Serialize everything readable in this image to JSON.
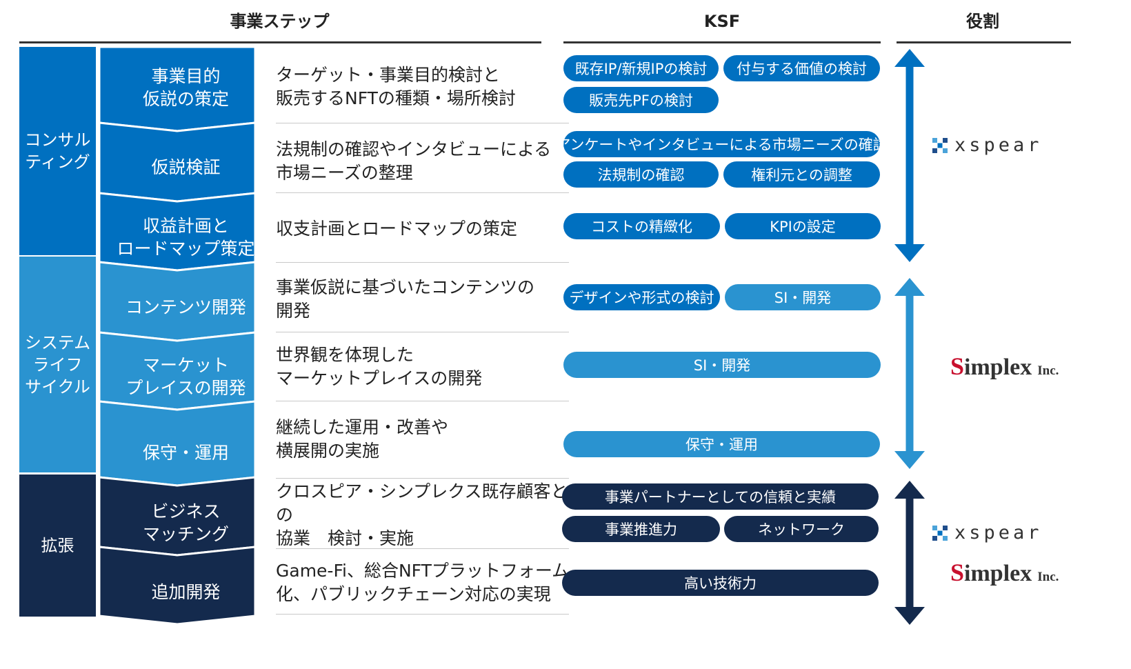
{
  "headers": {
    "steps": "事業ステップ",
    "ksf": "KSF",
    "role": "役割"
  },
  "colors": {
    "consulting": "#0070C0",
    "system": "#2A93D0",
    "expansion": "#142A4D"
  },
  "phases": [
    {
      "label": "コンサル\nティング",
      "color": "consulting"
    },
    {
      "label": "システム\nライフ\nサイクル",
      "color": "system"
    },
    {
      "label": "拡張",
      "color": "expansion"
    }
  ],
  "steps": [
    {
      "label": "事業目的\n仮説の策定",
      "desc": "ターゲット・事業目的検討と\n販売するNFTの種類・場所検討"
    },
    {
      "label": "仮説検証",
      "desc": "法規制の確認やインタビューによる\n市場ニーズの整理"
    },
    {
      "label": "収益計画と\nロードマップ策定",
      "desc": "収支計画とロードマップの策定"
    },
    {
      "label": "コンテンツ開発",
      "desc": "事業仮説に基づいたコンテンツの\n開発"
    },
    {
      "label": "マーケット\nプレイスの開発",
      "desc": "世界観を体現した\nマーケットプレイスの開発"
    },
    {
      "label": "保守・運用",
      "desc": "継続した運用・改善や\n横展開の実施"
    },
    {
      "label": "ビジネス\nマッチング",
      "desc": "クロスピア・シンプレクス既存顧客との\n協業　検討・実施"
    },
    {
      "label": "追加開発",
      "desc": "Game-Fi、総合NFTプラットフォーム\n化、パブリックチェーン対応の実現"
    }
  ],
  "ksf": [
    {
      "label": "既存IP/新規IPの検討",
      "color": "consulting"
    },
    {
      "label": "付与する価値の検討",
      "color": "consulting"
    },
    {
      "label": "販売先PFの検討",
      "color": "consulting"
    },
    {
      "label": "アンケートやインタビューによる市場ニーズの確認",
      "color": "consulting"
    },
    {
      "label": "法規制の確認",
      "color": "consulting"
    },
    {
      "label": "権利元との調整",
      "color": "consulting"
    },
    {
      "label": "コストの精緻化",
      "color": "consulting"
    },
    {
      "label": "KPIの設定",
      "color": "consulting"
    },
    {
      "label": "デザインや形式の検討",
      "color": "consulting"
    },
    {
      "label": "SI・開発",
      "color": "system"
    },
    {
      "label": "SI・開発",
      "color": "system"
    },
    {
      "label": "保守・運用",
      "color": "system"
    },
    {
      "label": "事業パートナーとしての信頼と実績",
      "color": "expansion"
    },
    {
      "label": "事業推進力",
      "color": "expansion"
    },
    {
      "label": "ネットワーク",
      "color": "expansion"
    },
    {
      "label": "高い技術力",
      "color": "expansion"
    }
  ],
  "roles": {
    "xspear": "xspear",
    "simplex_initial": "S",
    "simplex_rest": "implex",
    "simplex_suffix": "Inc."
  }
}
